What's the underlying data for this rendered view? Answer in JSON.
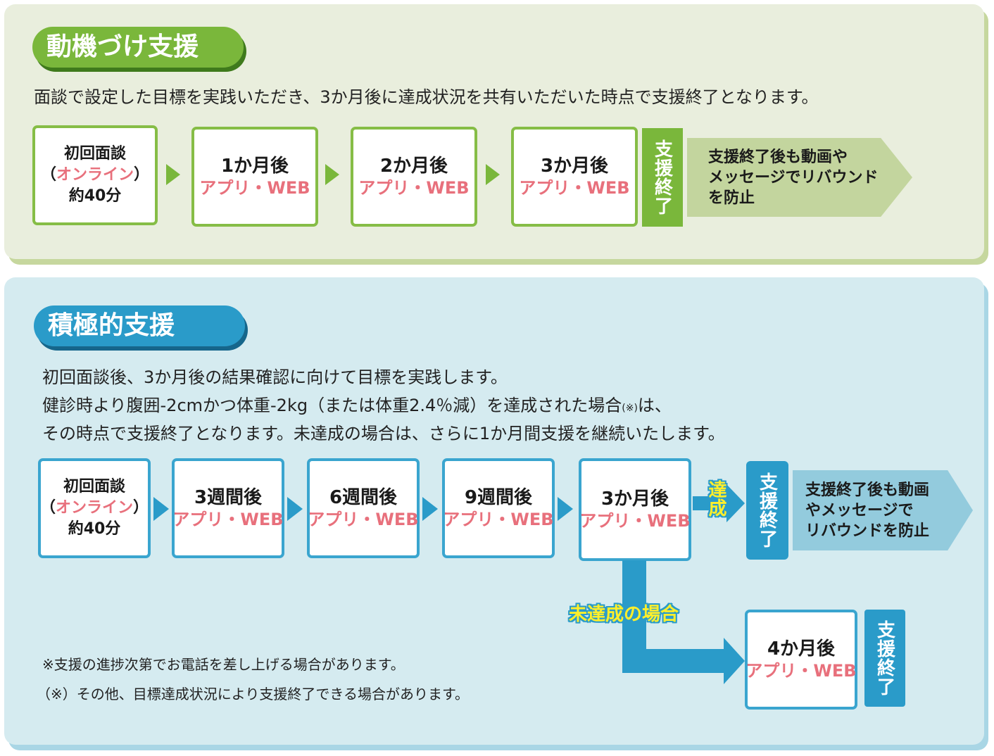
{
  "colors": {
    "green_accent": "#7ab73b",
    "blue_accent": "#2a9bc9",
    "pink_text": "#e8707c",
    "yellow_label": "#ffef2b"
  },
  "motivational": {
    "title": "動機づけ支援",
    "description": "面談で設定した目標を実践いただき、3か月後に達成状況を共有いただいた時点で支援終了となります。",
    "first": {
      "line1": "初回面談",
      "paren_open": "（",
      "online": "オンライン",
      "paren_close": "）",
      "duration": "約40分"
    },
    "steps": [
      {
        "title": "1か月後",
        "method": "アプリ・WEB"
      },
      {
        "title": "2か月後",
        "method": "アプリ・WEB"
      },
      {
        "title": "3か月後",
        "method": "アプリ・WEB"
      }
    ],
    "end_label": "支援終了",
    "after_note": [
      "支援終了後も動画や",
      "メッセージでリバウンド",
      "を防止"
    ]
  },
  "active": {
    "title": "積極的支援",
    "description_lines": [
      "初回面談後、3か月後の結果確認に向けて目標を実践します。",
      "健診時より腹囲-2cmかつ体重-2kg（または体重2.4％減）を達成された場合",
      "(※)",
      "は、",
      "その時点で支援終了となります。未達成の場合は、さらに1か月間支援を継続いたします。"
    ],
    "first": {
      "line1": "初回面談",
      "paren_open": "（",
      "online": "オンライン",
      "paren_close": "）",
      "duration": "約40分"
    },
    "steps": [
      {
        "title": "3週間後",
        "method": "アプリ・WEB"
      },
      {
        "title": "6週間後",
        "method": "アプリ・WEB"
      },
      {
        "title": "9週間後",
        "method": "アプリ・WEB"
      },
      {
        "title": "3か月後",
        "method": "アプリ・WEB"
      }
    ],
    "achieved_label": "達成",
    "end_label": "支援終了",
    "after_note": [
      "支援終了後も動画",
      "やメッセージで",
      "リバウンドを防止"
    ],
    "not_achieved_label": "未達成の場合",
    "extra_step": {
      "title": "4か月後",
      "method": "アプリ・WEB"
    },
    "extra_end_label": "支援終了",
    "notes": [
      "※支援の進捗次第でお電話を差し上げる場合があります。",
      "（※）その他、目標達成状況により支援終了できる場合があります。"
    ]
  }
}
